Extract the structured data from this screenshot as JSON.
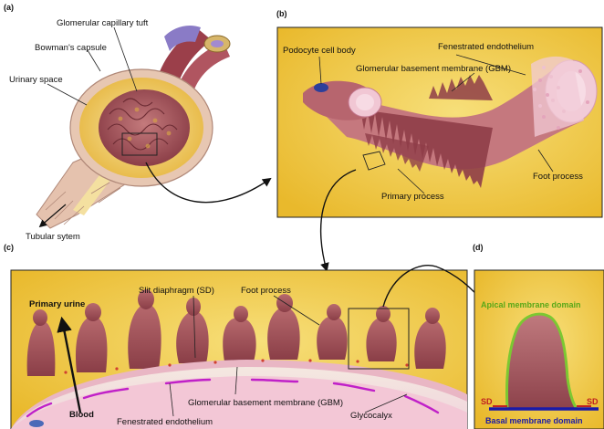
{
  "panels": {
    "a": {
      "letter": "(a)",
      "labels": {
        "glomerular_tuft": "Glomerular capillary tuft",
        "bowmans_capsule": "Bowman's capsule",
        "urinary_space": "Urinary space",
        "tubular_system": "Tubular sytem"
      }
    },
    "b": {
      "letter": "(b)",
      "labels": {
        "podocyte_body": "Podocyte cell body",
        "fenestrated_endothelium": "Fenestrated endothelium",
        "gbm": "Glomerular basement membrane (GBM)",
        "foot_process": "Foot process",
        "primary_process": "Primary process"
      }
    },
    "c": {
      "letter": "(c)",
      "labels": {
        "primary_urine": "Primary urine",
        "slit_diaphragm": "Slit diaphragm (SD)",
        "foot_process": "Foot process",
        "blood": "Blood",
        "gbm": "Glomerular basement membrane (GBM)",
        "fenestrated_endothelium": "Fenestrated endothelium",
        "glycocalyx": "Glycocalyx"
      }
    },
    "d": {
      "letter": "(d)",
      "labels": {
        "apical_domain": "Apical membrane domain",
        "sd_left": "SD",
        "sd_right": "SD",
        "basal_domain": "Basal membrane domain"
      }
    }
  },
  "colors": {
    "panel_yellow": "#f0c63a",
    "panel_yellow_light": "#f6dc72",
    "tissue_red": "#a8545a",
    "tissue_dark": "#6e2f37",
    "endothelium_pink": "#f2c8d8",
    "apical_green": "#7cc832",
    "basal_blue": "#1a1aa8",
    "glycocalyx_magenta": "#c020c8",
    "sd_red": "#c02020"
  }
}
